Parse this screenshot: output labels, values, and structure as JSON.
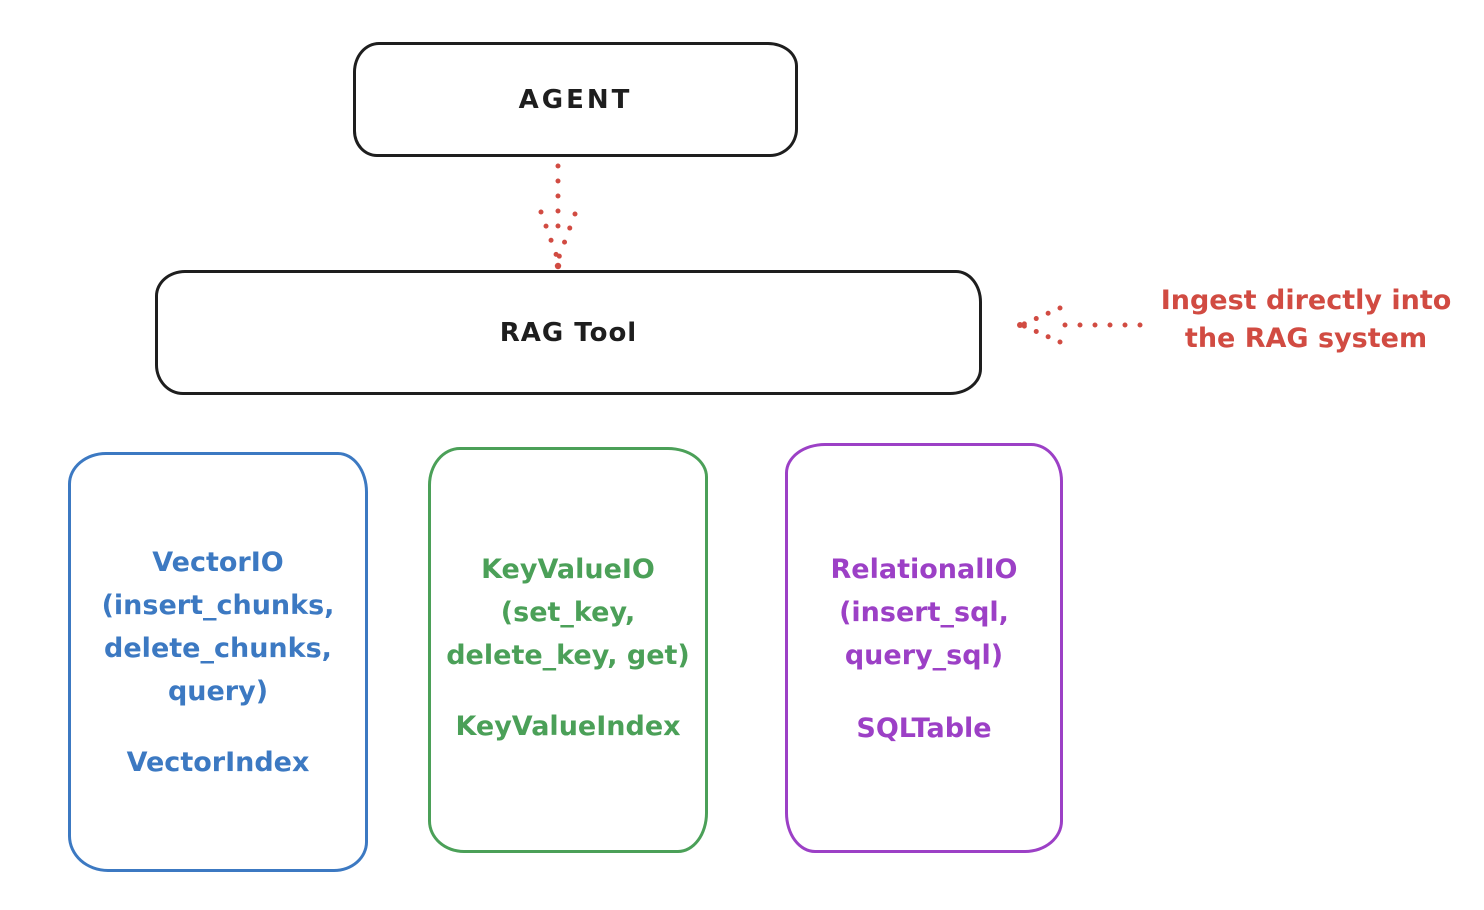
{
  "colors": {
    "ink": "#1e1e1e",
    "red": "#d14b42",
    "blue": "#3c79c2",
    "green": "#4ba058",
    "purple": "#9c40c6"
  },
  "agent": {
    "label": "AGENT"
  },
  "rag_tool": {
    "label": "RAG Tool"
  },
  "annotation": {
    "line1": "Ingest directly into",
    "line2": "the RAG system"
  },
  "arrows": [
    {
      "name": "agent-to-ragtool-arrow",
      "style": "dotted",
      "color": "#d14b42",
      "direction": "down"
    },
    {
      "name": "ingest-into-rag-arrow",
      "style": "dotted",
      "color": "#d14b42",
      "direction": "left"
    }
  ],
  "backends": [
    {
      "title": "VectorIO",
      "method_lines": [
        "(insert_chunks,",
        "delete_chunks,",
        "query)"
      ],
      "index_label": "VectorIndex",
      "color": "#3c79c2"
    },
    {
      "title": "KeyValueIO",
      "method_lines": [
        "(set_key,",
        "delete_key, get)"
      ],
      "index_label": "KeyValueIndex",
      "color": "#4ba058"
    },
    {
      "title": "RelationalIO",
      "method_lines": [
        "(insert_sql,",
        "query_sql)"
      ],
      "index_label": "SQLTable",
      "color": "#9c40c6"
    }
  ]
}
